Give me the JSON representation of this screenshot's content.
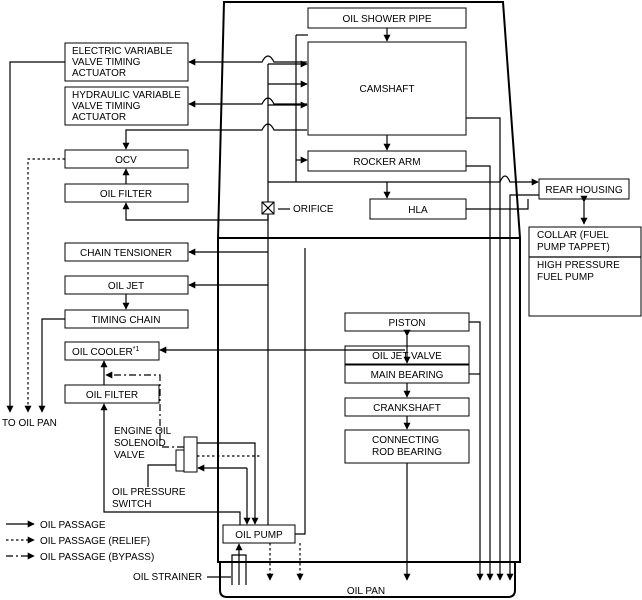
{
  "boxes": {
    "oil_shower_pipe": "OIL SHOWER PIPE",
    "camshaft": "CAMSHAFT",
    "rocker_arm": "ROCKER ARM",
    "hla": "HLA",
    "electric_vvt": [
      "ELECTRIC VARIABLE",
      "VALVE TIMING",
      "ACTUATOR"
    ],
    "hydraulic_vvt": [
      "HYDRAULIC VARIABLE",
      "VALVE TIMING",
      "ACTUATOR"
    ],
    "ocv": "OCV",
    "oil_filter_upper": "OIL FILTER",
    "chain_tensioner": "CHAIN TENSIONER",
    "oil_jet": "OIL JET",
    "timing_chain": "TIMING CHAIN",
    "oil_cooler": "OIL COOLER",
    "oil_cooler_note": "*1",
    "oil_filter_lower": "OIL FILTER",
    "piston": "PISTON",
    "oil_jet_valve": "OIL JET VALVE",
    "main_bearing": "MAIN BEARING",
    "crankshaft": "CRANKSHAFT",
    "connecting_rod_bearing": [
      "CONNECTING",
      "ROD BEARING"
    ],
    "rear_housing": "REAR HOUSING",
    "collar": [
      "COLLAR (FUEL",
      "PUMP TAPPET)"
    ],
    "high_pressure_fuel_pump": [
      "HIGH PRESSURE",
      "FUEL PUMP"
    ],
    "oil_pump": "OIL PUMP"
  },
  "labels": {
    "orifice": "ORIFICE",
    "solenoid_valve": [
      "ENGINE OIL",
      "SOLENOID",
      "VALVE"
    ],
    "oil_pressure_switch": [
      "OIL PRESSURE",
      "SWITCH"
    ],
    "oil_strainer": "OIL STRAINER",
    "oil_pan": "OIL PAN",
    "to_oil_pan": "TO OIL PAN"
  },
  "legend": [
    "OIL PASSAGE",
    "OIL PASSAGE (RELIEF)",
    "OIL PASSAGE (BYPASS)"
  ]
}
